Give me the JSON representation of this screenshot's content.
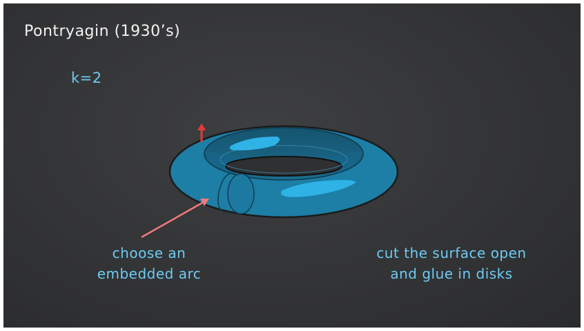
{
  "slide": {
    "title": "Pontryagin (1930’s)",
    "k_label": "k=2",
    "caption_left": [
      "choose an",
      "embedded arc"
    ],
    "caption_right": [
      "cut the surface open",
      "and glue in disks"
    ]
  },
  "colors": {
    "background": "#353638",
    "torus_fill": "#1e7fa6",
    "highlight": "#2ab0e4",
    "text_accent": "#6ecbf2",
    "arrow": "#f07b7b",
    "normal_vector": "#e53a3a"
  },
  "icons": [
    "normal-vector-arrow-icon",
    "pointer-arrow-icon"
  ]
}
